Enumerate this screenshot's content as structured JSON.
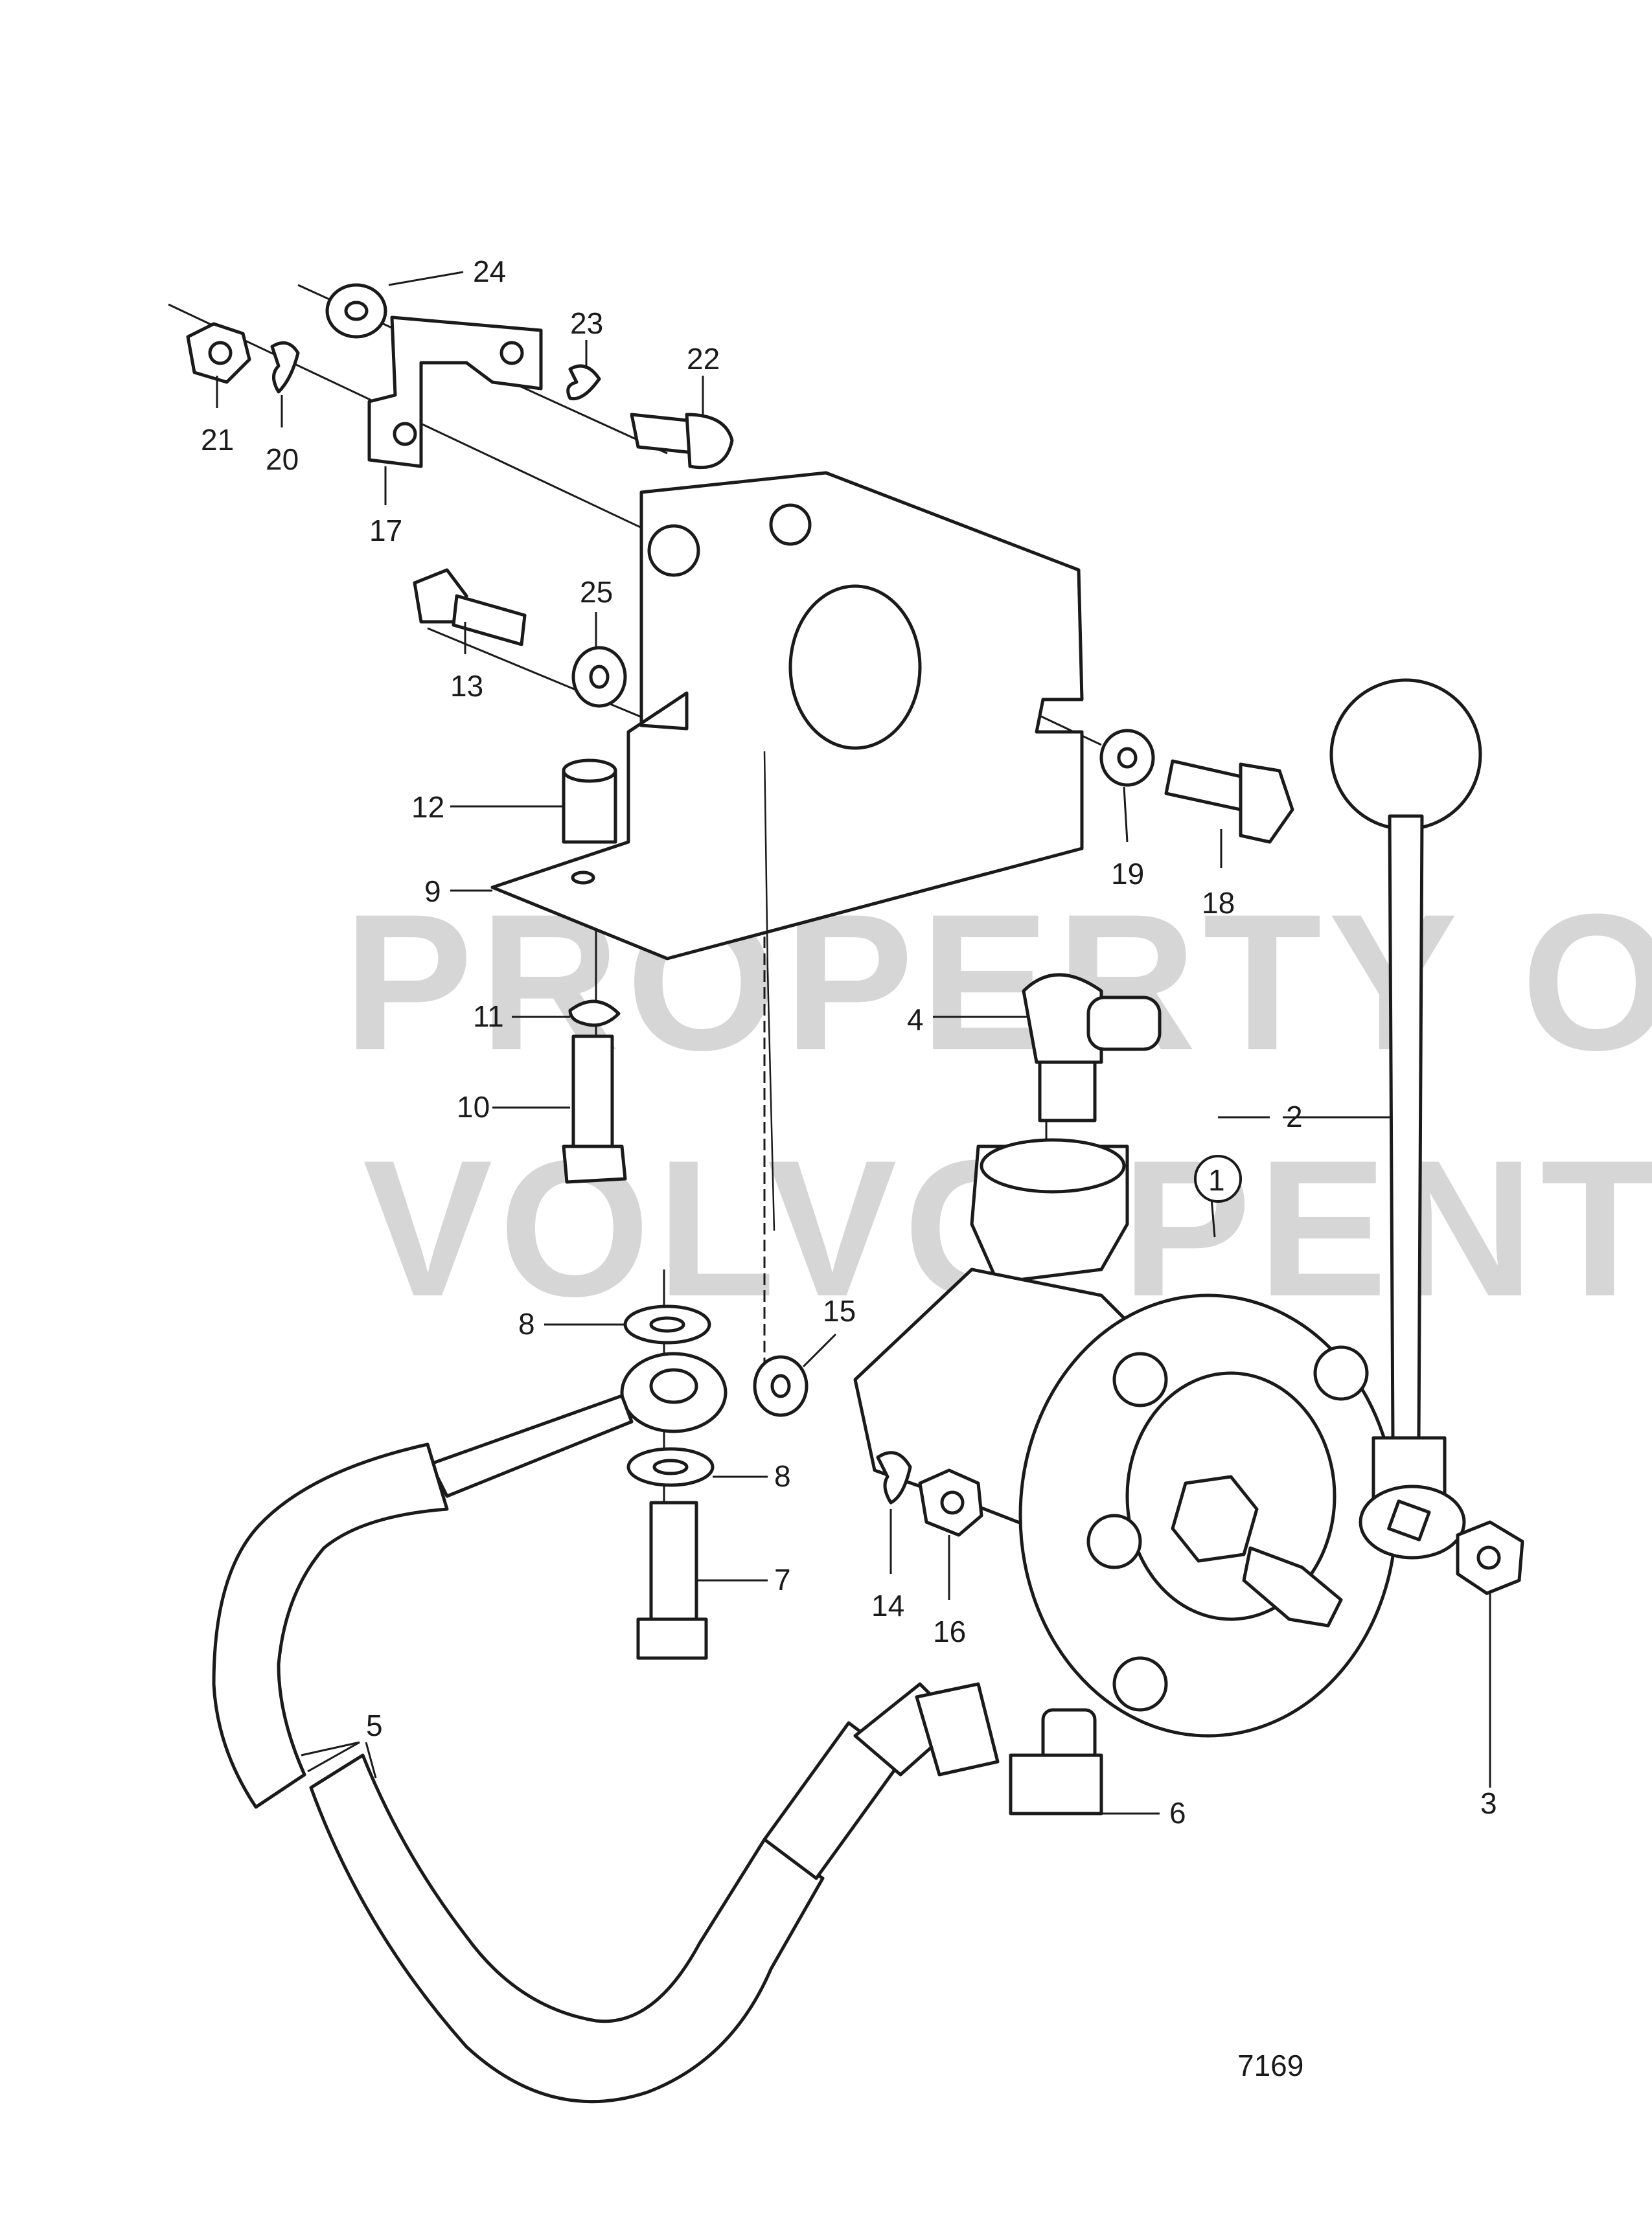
{
  "watermark": {
    "line1": "PROPERTY OF",
    "line2": "VOLVO PENTA",
    "color": "#c9c9c9"
  },
  "drawing_number": "7169",
  "part_labels": {
    "p1": "1",
    "p2": "2",
    "p3": "3",
    "p4": "4",
    "p5": "5",
    "p6": "6",
    "p7": "7",
    "p8a": "8",
    "p8b": "8",
    "p9": "9",
    "p10": "10",
    "p11": "11",
    "p12": "12",
    "p13": "13",
    "p14": "14",
    "p15": "15",
    "p16": "16",
    "p17": "17",
    "p18": "18",
    "p19": "19",
    "p20": "20",
    "p21": "21",
    "p22": "22",
    "p23": "23",
    "p24": "24",
    "p25": "25"
  }
}
